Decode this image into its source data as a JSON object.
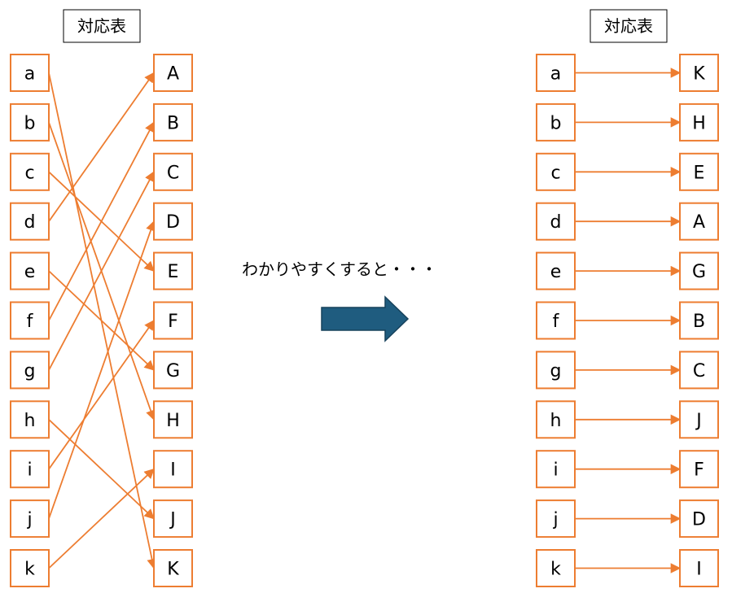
{
  "left_panel": {
    "title": "対応表",
    "sources": [
      "a",
      "b",
      "c",
      "d",
      "e",
      "f",
      "g",
      "h",
      "i",
      "j",
      "k"
    ],
    "targets": [
      "A",
      "B",
      "C",
      "D",
      "E",
      "F",
      "G",
      "H",
      "I",
      "J",
      "K"
    ],
    "mapping": {
      "a": "K",
      "b": "H",
      "c": "E",
      "d": "A",
      "e": "G",
      "f": "B",
      "g": "C",
      "h": "J",
      "i": "F",
      "j": "D",
      "k": "I"
    }
  },
  "middle": {
    "caption": "わかりやすくすると・・・",
    "arrow_icon": "right-arrow-icon"
  },
  "right_panel": {
    "title": "対応表",
    "sources": [
      "a",
      "b",
      "c",
      "d",
      "e",
      "f",
      "g",
      "h",
      "i",
      "j",
      "k"
    ],
    "targets": [
      "K",
      "H",
      "E",
      "A",
      "G",
      "B",
      "C",
      "J",
      "F",
      "D",
      "I"
    ]
  },
  "colors": {
    "box_border": "#ED7D31",
    "connector": "#ED7D31",
    "big_arrow": "#1F5C7F"
  }
}
